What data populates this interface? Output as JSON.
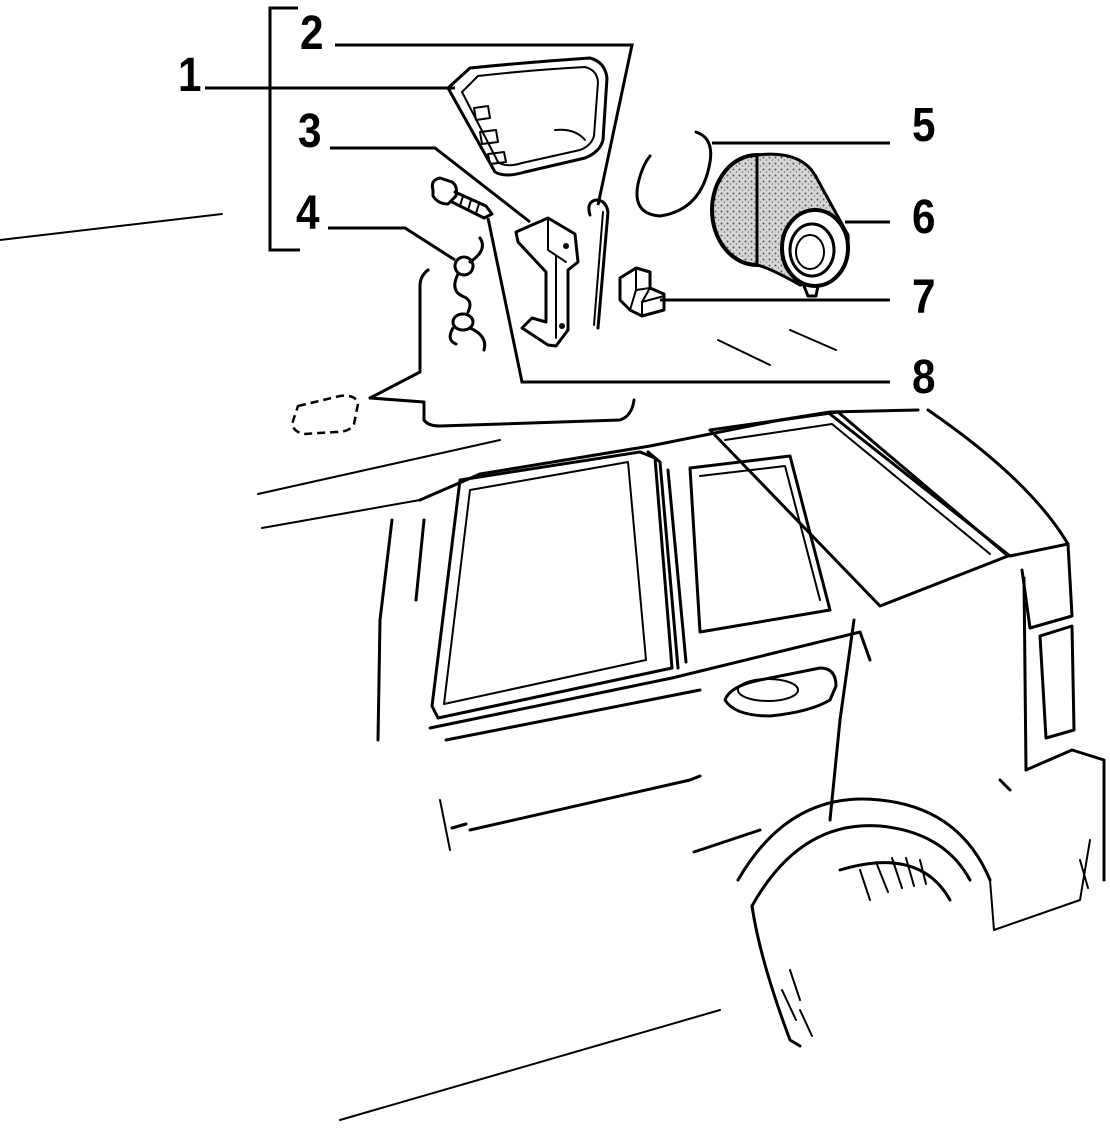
{
  "callouts": [
    {
      "id": "1",
      "label": "1"
    },
    {
      "id": "2",
      "label": "2"
    },
    {
      "id": "3",
      "label": "3"
    },
    {
      "id": "4",
      "label": "4"
    },
    {
      "id": "5",
      "label": "5"
    },
    {
      "id": "6",
      "label": "6"
    },
    {
      "id": "7",
      "label": "7"
    },
    {
      "id": "8",
      "label": "8"
    }
  ],
  "colors": {
    "ink": "#000000",
    "paper": "#ffffff",
    "foam": "#bfbfbf"
  }
}
